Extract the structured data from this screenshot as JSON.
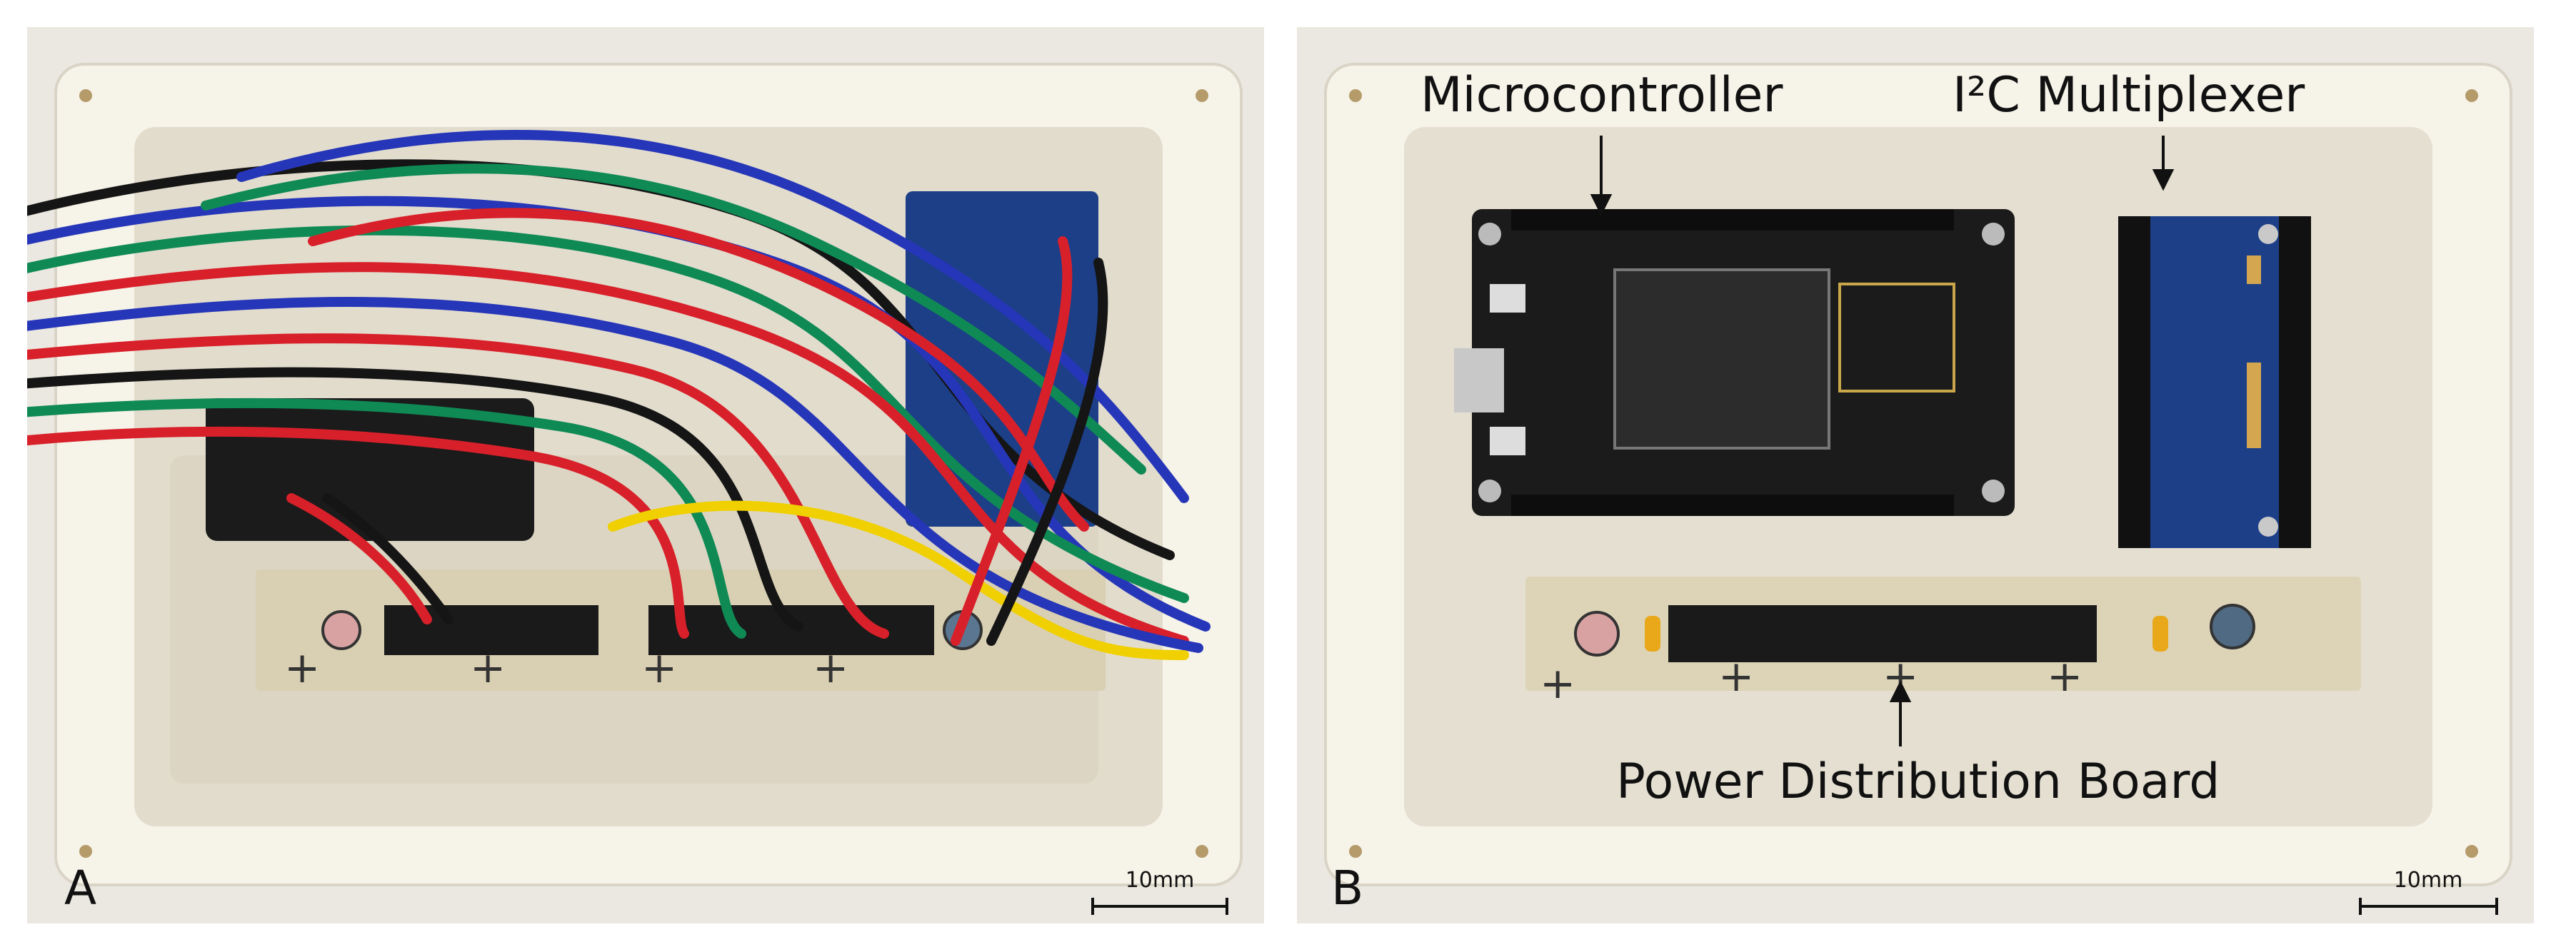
{
  "panels": [
    {
      "letter": "A",
      "scale_bar": "10mm"
    },
    {
      "letter": "B",
      "scale_bar": "10mm",
      "labels": {
        "microcontroller": "Microcontroller",
        "mux": "I²C Multiplexer",
        "power_board": "Power Distribution Board"
      }
    }
  ],
  "colors": {
    "background": "#eae8e0",
    "enclosure": "#f6f3e9",
    "pcb": "#1b1b1b",
    "mux_board": "#1c3f88",
    "wire_red": "#d8202a",
    "wire_green": "#0f8a55",
    "wire_blue": "#2636b8",
    "wire_black": "#151515",
    "wire_yellow": "#f0d000"
  }
}
